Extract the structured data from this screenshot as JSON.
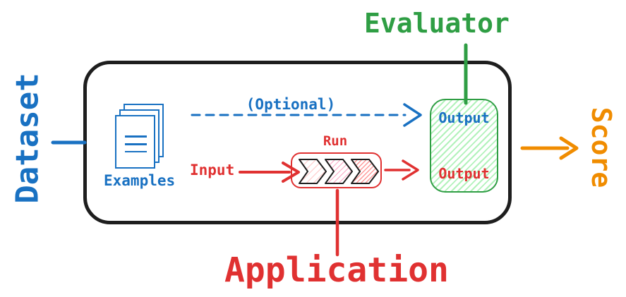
{
  "labels": {
    "dataset": "Dataset",
    "evaluator": "Evaluator",
    "score": "Score",
    "application": "Application",
    "optional": "(Optional)",
    "examples": "Examples",
    "input": "Input",
    "run": "Run",
    "output_reference": "Output",
    "output_actual": "Output"
  },
  "colors": {
    "blue": "#1971c2",
    "red": "#e03131",
    "green": "#2f9e44",
    "orange": "#f08c00",
    "black": "#1e1e1e",
    "green_fill": "#b2f2bb",
    "red_fill_light": "#ffc9c9",
    "pink_fill": "#faa2c1",
    "red_fill": "#ff8787"
  }
}
